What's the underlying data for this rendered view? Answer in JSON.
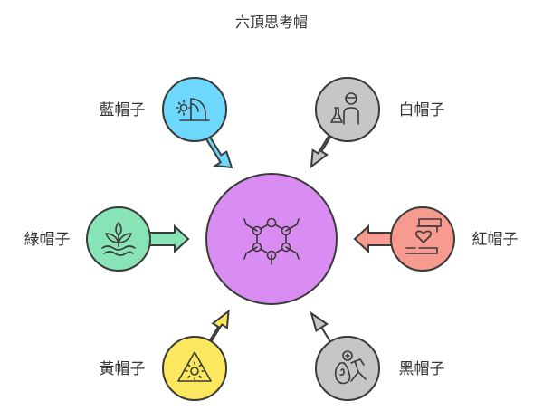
{
  "diagram": {
    "title": "六頂思考帽",
    "center": {
      "icon": "molecule-icon",
      "color": "#d98cf2"
    },
    "hats": [
      {
        "id": "blue",
        "label": "藍帽子",
        "color": "#6dd8fb",
        "icon": "sun-dome-icon"
      },
      {
        "id": "white",
        "label": "白帽子",
        "color": "#c6c6c6",
        "icon": "scientist-flask-icon"
      },
      {
        "id": "green",
        "label": "綠帽子",
        "color": "#88e4b6",
        "icon": "sprout-icon"
      },
      {
        "id": "red",
        "label": "紅帽子",
        "color": "#f79a8f",
        "icon": "hand-heart-icon"
      },
      {
        "id": "yellow",
        "label": "黃帽子",
        "color": "#fbe85f",
        "icon": "warning-sun-icon"
      },
      {
        "id": "black",
        "label": "黑帽子",
        "color": "#c6c6c6",
        "icon": "money-bag-runner-icon"
      }
    ]
  }
}
